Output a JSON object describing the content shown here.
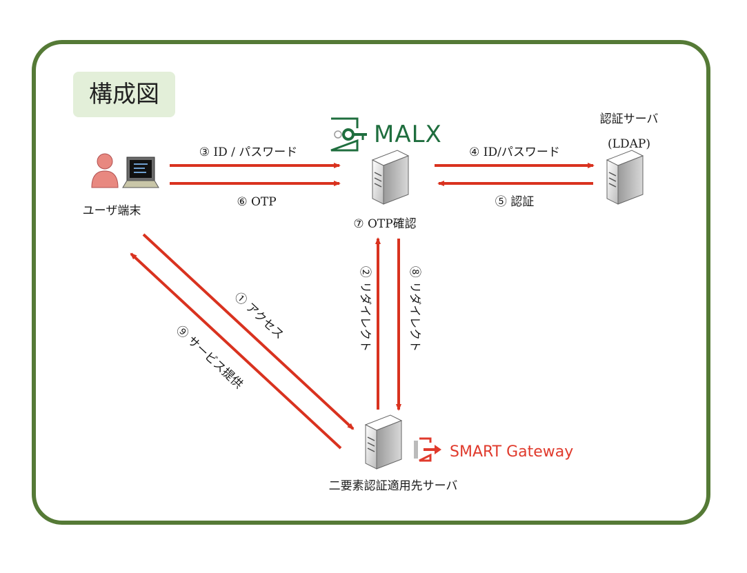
{
  "title": "構成図",
  "nodes": {
    "user": "ユーザ端末",
    "auth_server_line1": "認証サーバ",
    "auth_server_line2": "(LDAP)",
    "otp_check": "⑦ OTP確認",
    "target_server": "二要素認証適用先サーバ"
  },
  "brands": {
    "malx": "MALX",
    "smart_gateway": "SMART Gateway"
  },
  "edges": {
    "e1": "① アクセス",
    "e2": "② リダイレクト",
    "e3": "③ ID / パスワード",
    "e4": "④ ID/パスワード",
    "e5": "⑤ 認証",
    "e6": "⑥ OTP",
    "e8": "⑧ リダイレクト",
    "e9": "⑨ サービス提供"
  },
  "colors": {
    "frame": "#557a36",
    "arrow": "#d9321f",
    "malx": "#1f6e3e",
    "smart_gateway": "#e03a2c"
  }
}
